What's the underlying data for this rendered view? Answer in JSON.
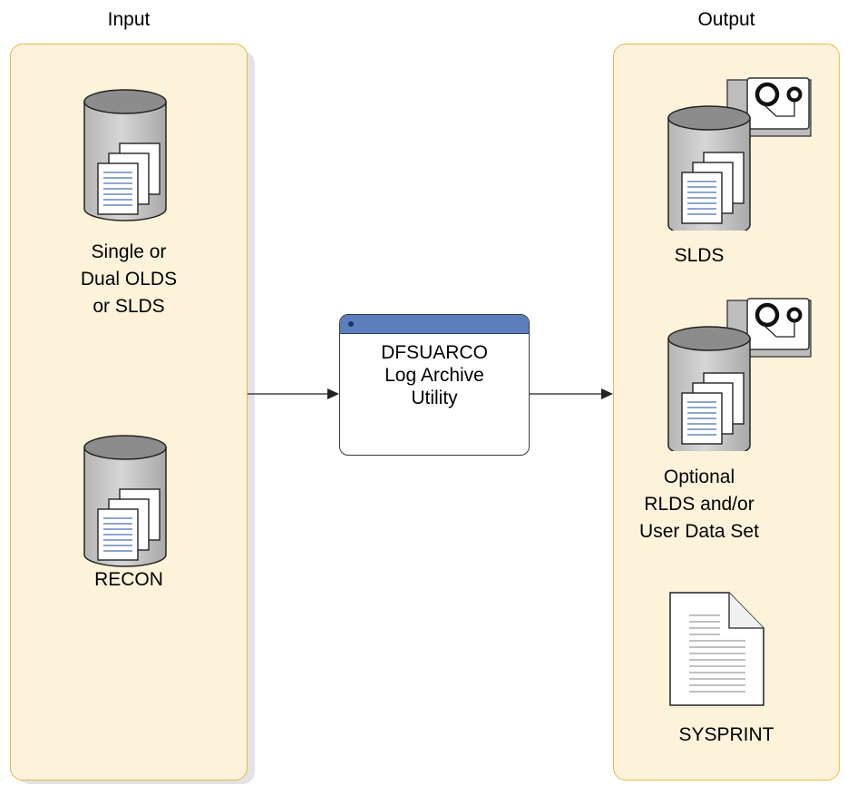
{
  "input": {
    "heading": "Input",
    "items": [
      {
        "lines": [
          "Single or",
          "Dual OLDS",
          "or SLDS"
        ],
        "icon": "disk-dataset-icon"
      },
      {
        "lines": [
          "RECON"
        ],
        "icon": "disk-dataset-icon"
      }
    ]
  },
  "utility": {
    "lines": [
      "DFSUARCO",
      "Log Archive",
      "Utility"
    ],
    "icon": "window-icon"
  },
  "output": {
    "heading": "Output",
    "items": [
      {
        "lines": [
          "SLDS"
        ],
        "icon": "disk-tape-dataset-icon"
      },
      {
        "lines": [
          "Optional",
          "RLDS and/or",
          "User Data Set"
        ],
        "icon": "disk-tape-dataset-icon"
      },
      {
        "lines": [
          "SYSPRINT"
        ],
        "icon": "printed-document-icon"
      }
    ]
  },
  "colors": {
    "panel_fill": "#fdf3da",
    "panel_border": "#e4b84f",
    "title_bar": "#5b7fbd"
  }
}
